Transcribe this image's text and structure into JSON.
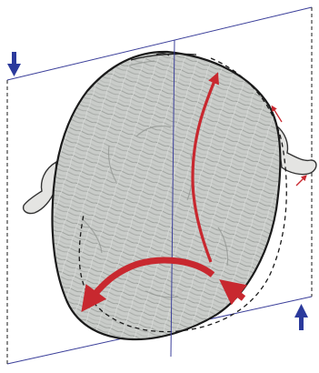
{
  "colors": {
    "background": "#ffffff",
    "frame": "#3b3f9a",
    "midline": "#3b3f9a",
    "outline": "#1a1a1a",
    "hair_fill": "#c9ccc9",
    "hair_strands": "#9a9e9a",
    "compression_arrow": "#2b3a9c",
    "growth_arrow": "#c8282f",
    "ear_fill": "#e4e4e2",
    "ear_outline": "#333333"
  },
  "icons": {
    "left_ear": "ear-icon",
    "right_ear": "ear-icon",
    "pressure_arrow_top": "down-arrow-icon",
    "pressure_arrow_bottom": "up-arrow-icon"
  },
  "line_styles": {
    "original_outline": "dashed",
    "deformed_outline": "solid",
    "frame": "solid-and-dashed-parallelogram"
  }
}
